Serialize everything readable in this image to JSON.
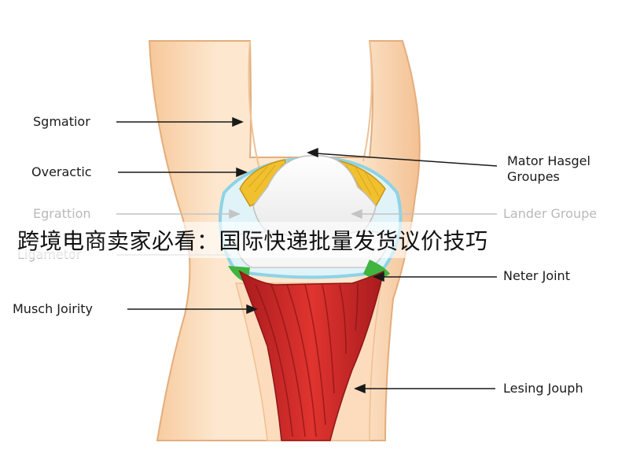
{
  "banner": {
    "text": "跨境电商卖家必看：国际快递批量发货议价技巧"
  },
  "labels": {
    "sgmatior": "Sgmatior",
    "overactic": "Overactic",
    "egrattion": "Egrattion",
    "ligametor": "Ligametor",
    "musch_joirity": "Musch Joirity",
    "mator_hasgel": "Mator Hasgel",
    "groupes": "Groupes",
    "lander_groupe": "Lander Groupe",
    "neter_joint": "Neter Joint",
    "lesing_jouph": "Lesing Jouph"
  },
  "colors": {
    "skin": "#fbe3c8",
    "skin_edge": "#e9b98a",
    "bone": "#ffffff",
    "cartilage": "#f2c531",
    "muscle": "#d8262a",
    "muscle_dark": "#8e1517",
    "meniscus": "#bfeaf3",
    "green": "#39b53a"
  }
}
